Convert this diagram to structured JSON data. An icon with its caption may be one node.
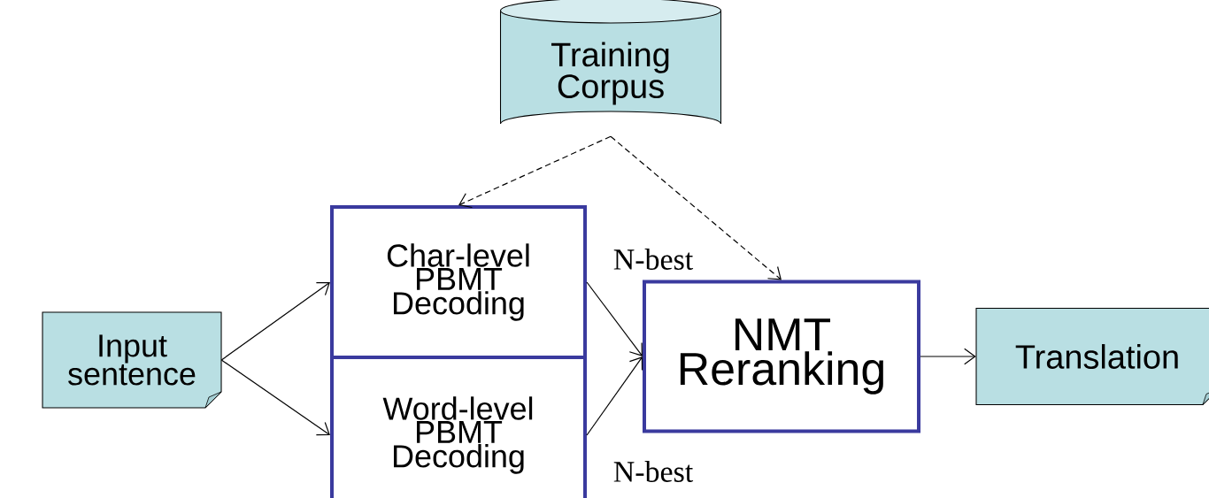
{
  "diagram": {
    "nodes": [
      {
        "text": [
          "Training Corpus"
        ]
      },
      {
        "text": [
          "Input sentence"
        ]
      },
      {
        "text": [
          "Char-level PBMT Decoding"
        ]
      },
      {
        "text": [
          "Word-level PBMT Decoding"
        ]
      },
      {
        "text": [
          "NMT Reranking"
        ]
      },
      {
        "text": [
          "Translation"
        ]
      }
    ],
    "edges": [
      {
        "from": 0,
        "to": 2,
        "arrow": "to",
        "style": "dashed"
      },
      {
        "from": 0,
        "to": 4,
        "arrow": "to",
        "style": "dashed"
      },
      {
        "from": 1,
        "to": 2,
        "arrow": "to"
      },
      {
        "from": 1,
        "to": 3,
        "arrow": "to"
      },
      {
        "from": 2,
        "to": 4,
        "arrow": "to",
        "label": "N-best"
      },
      {
        "from": 3,
        "to": 4,
        "arrow": "to",
        "label": "N-best"
      },
      {
        "from": 4,
        "to": 5,
        "arrow": "to"
      }
    ]
  }
}
